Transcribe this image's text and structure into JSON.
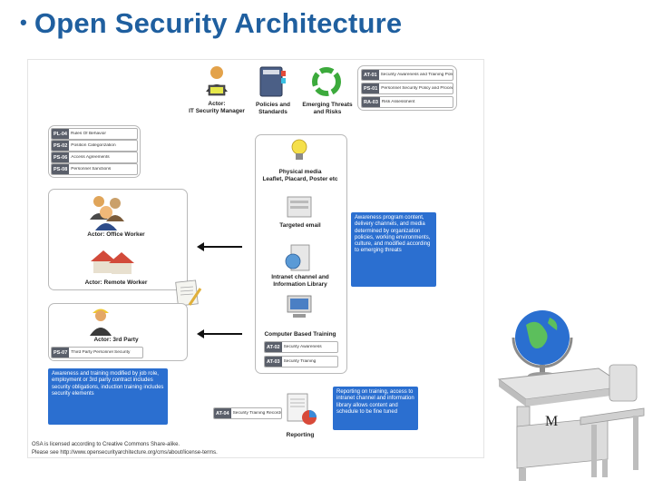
{
  "slide": {
    "title": "Open Security Architecture",
    "bullet": "•"
  },
  "diagram": {
    "top_actor": "Actor:\nIT Security Manager",
    "policies": "Policies and\nStandards",
    "threats": "Emerging Threats\nand Risks",
    "top_right_tags": [
      {
        "code": "AT-01",
        "text": "Security Awareness and Training Policy..."
      },
      {
        "code": "PS-01",
        "text": "Personnel Security Policy and Procedur..."
      },
      {
        "code": "RA-03",
        "text": "Risk Assessment"
      }
    ],
    "left_tags": [
      {
        "code": "PL-04",
        "text": "Rules Of Behavior"
      },
      {
        "code": "PS-02",
        "text": "Position Categorization"
      },
      {
        "code": "PS-06",
        "text": "Access Agreements"
      },
      {
        "code": "PS-08",
        "text": "Personnel Sanctions"
      }
    ],
    "office_worker": "Actor: Office Worker",
    "remote_worker": "Actor: Remote Worker",
    "third_party": "Actor: 3rd Party",
    "third_party_tag": {
      "code": "PS-07",
      "text": "Third Party Personnel Security"
    },
    "physical_media": "Physical media\nLeaflet, Placard, Poster etc",
    "targeted_email": "Targeted email",
    "intranet": "Intranet channel and\nInformation Library",
    "cbt": "Computer Based Training",
    "cbt_tags": [
      {
        "code": "AT-02",
        "text": "Security Awareness"
      },
      {
        "code": "AT-03",
        "text": "Security Training"
      }
    ],
    "records_tag": {
      "code": "AT-04",
      "text": "Security Training Records"
    },
    "reporting": "Reporting",
    "awareness_note": "Awareness program content, delivery channels, and media determined by organization policies, working environments, culture, and modified according to emerging threats",
    "left_note": "Awareness and training modified by job role, employment or 3rd party contract includes security obligations, induction training includes security elements",
    "reporting_note": "Reporting on training, access to intranet channel and information library allows content and schedule to be fine tuned",
    "footer_1": "OSA is licensed according to Creative Commons Share-alike.",
    "footer_2": "Please see http://www.opensecurityarchitecture.org/cms/about/license-terms."
  },
  "clipart": {
    "desk_letter": "M"
  },
  "colors": {
    "title": "#1f5f9f",
    "note_blue": "#2b6fd0",
    "tag_code": "#5a5f6a"
  }
}
